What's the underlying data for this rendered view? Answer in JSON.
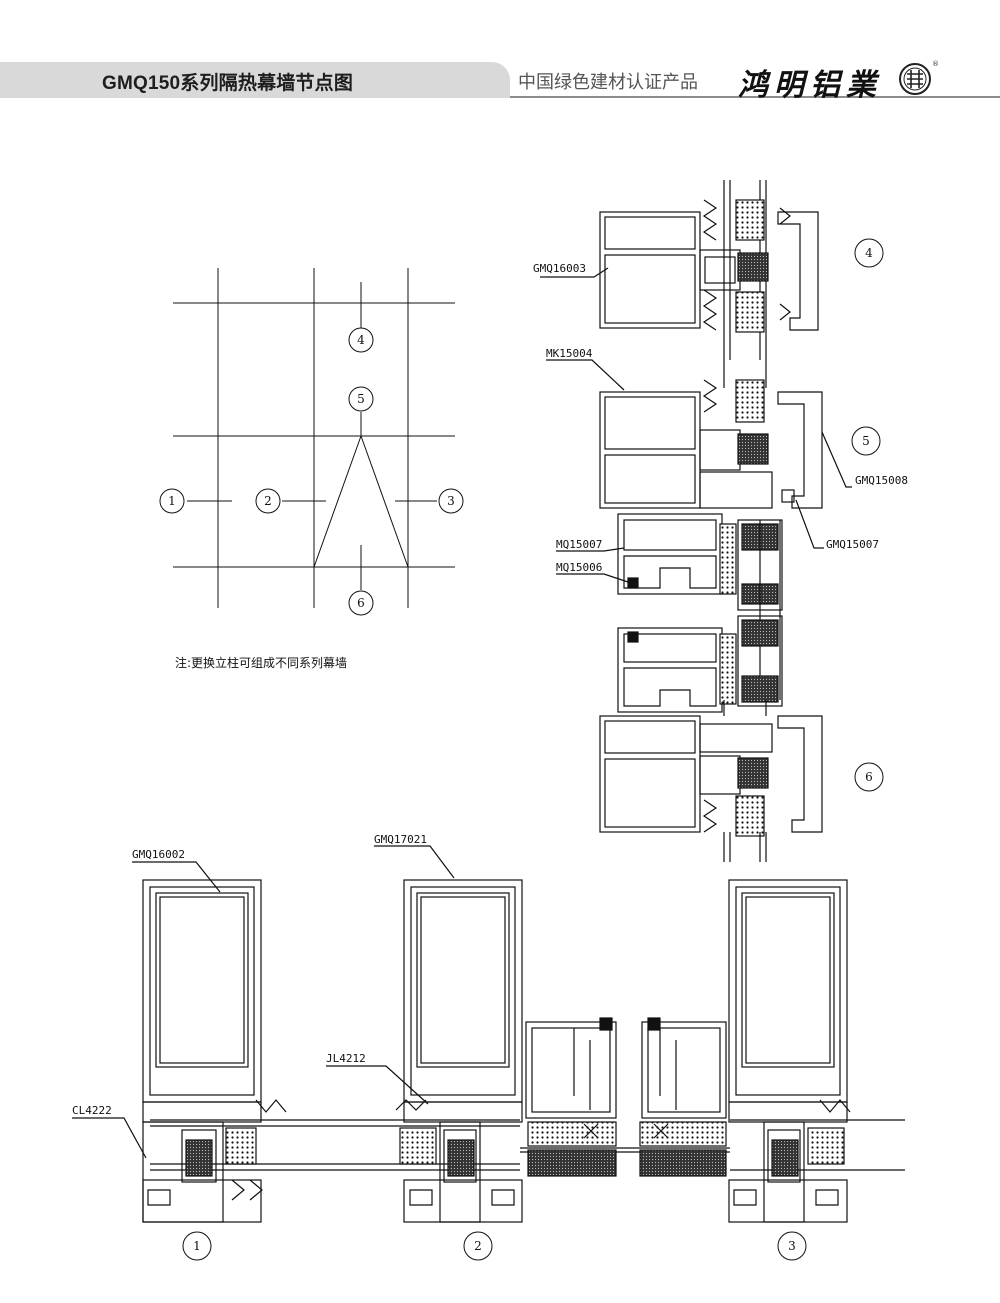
{
  "header": {
    "title": "GMQ150系列隔热幕墙节点图",
    "slogan": "中国绿色建材认证产品",
    "brand": "鸿明铝業"
  },
  "note": "注:更换立柱可组成不同系列幕墙",
  "grid_markers": [
    "1",
    "2",
    "3",
    "4",
    "5",
    "6"
  ],
  "section_markers": [
    "4",
    "5",
    "6",
    "1",
    "2",
    "3"
  ],
  "part_labels": {
    "gmq16003": "GMQ16003",
    "mk15004": "MK15004",
    "gmq15008": "GMQ15008",
    "gmq15007_right": "GMQ15007",
    "mq15007": "MQ15007",
    "mq15006": "MQ15006",
    "gmq16002": "GMQ16002",
    "gmq17021": "GMQ17021",
    "jl4212": "JL4212",
    "cl4222": "CL4222"
  }
}
